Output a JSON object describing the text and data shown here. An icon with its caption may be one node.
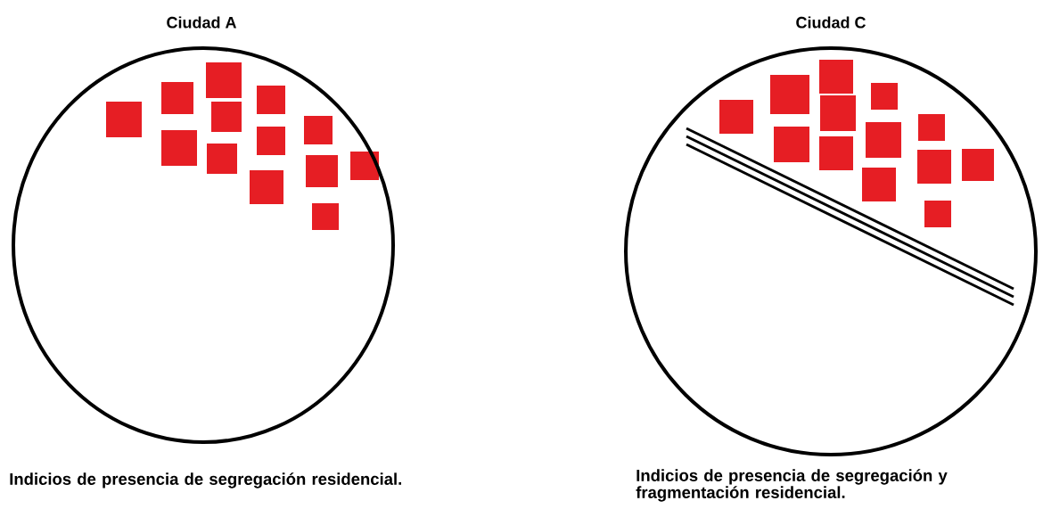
{
  "diagram": {
    "nodes": [
      {
        "text": [
          "Ciudad A"
        ],
        "beside": [
          "Indicios de presencia de segregación residencial."
        ]
      },
      {
        "text": [
          "Ciudad C"
        ],
        "beside": [
          "Indicios de presencia de segregación y fragmentación  residencial."
        ]
      }
    ]
  }
}
